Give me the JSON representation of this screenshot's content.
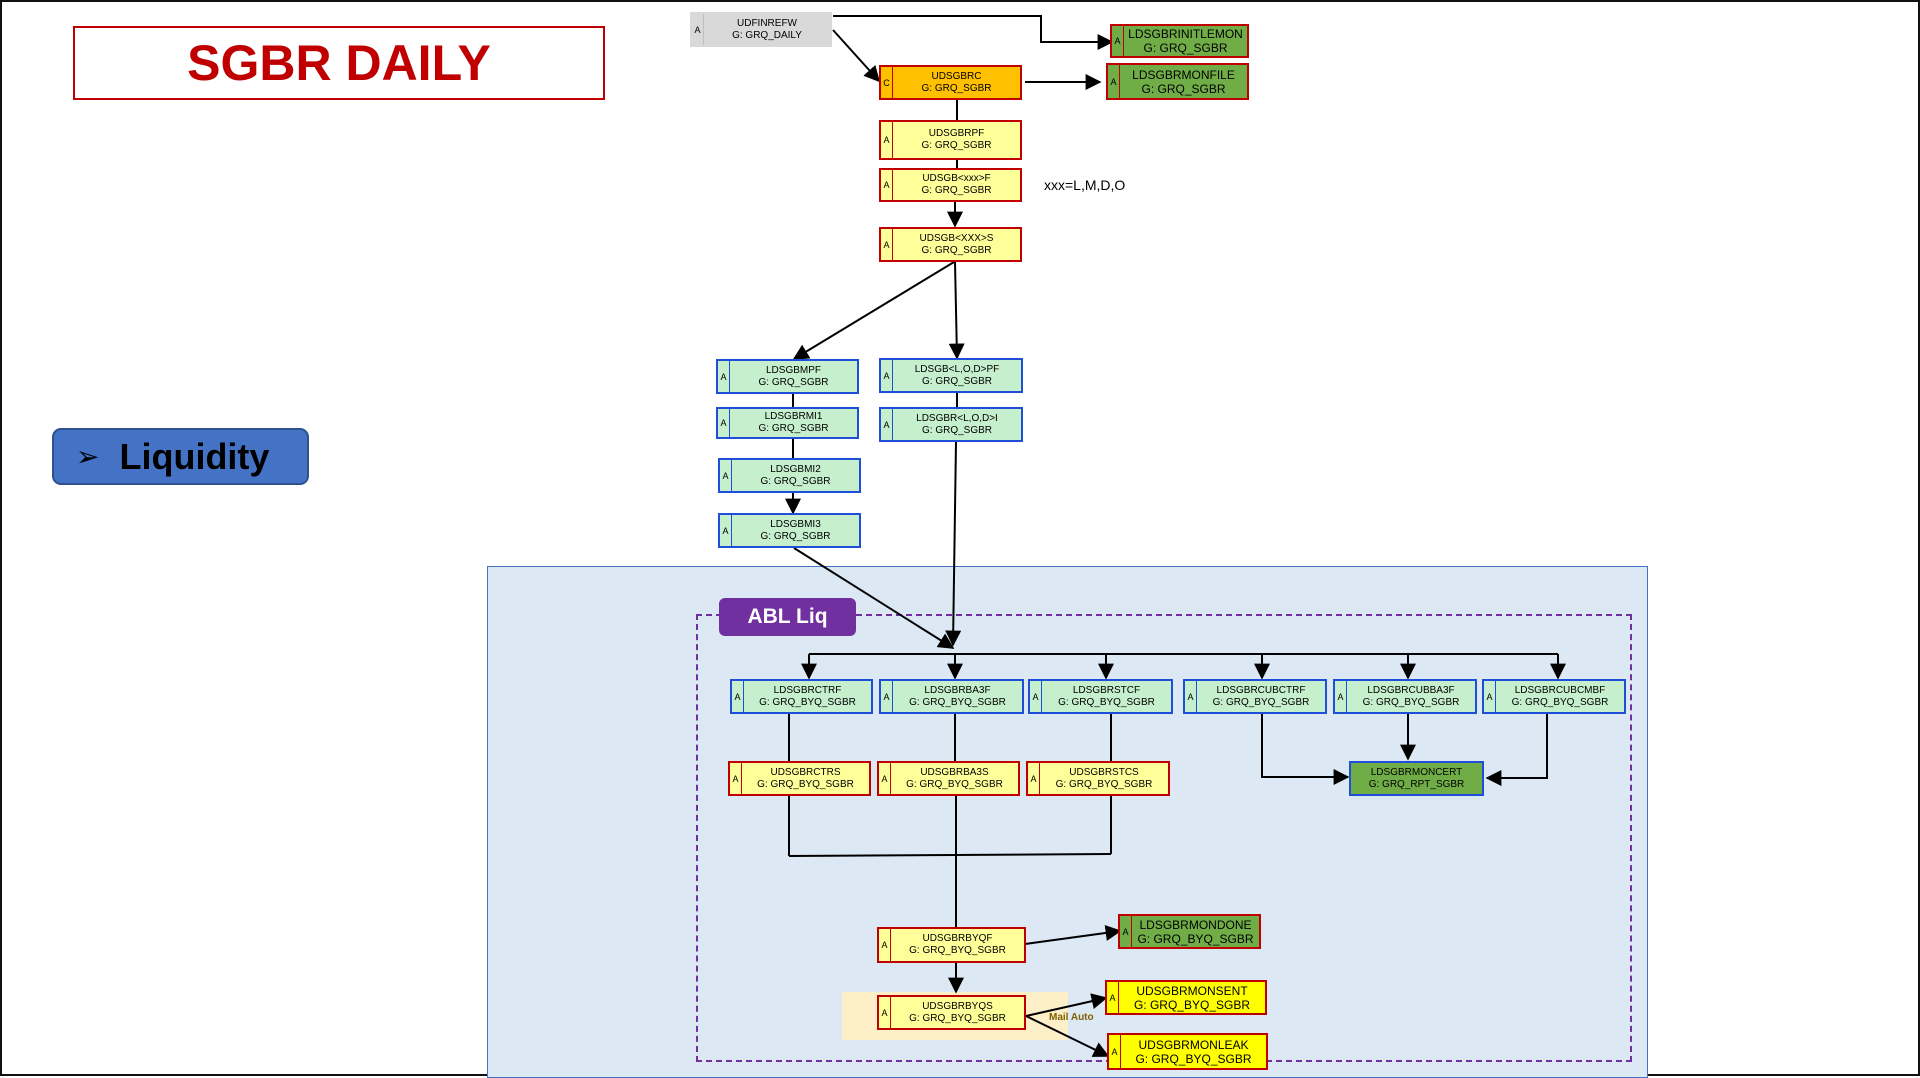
{
  "title": "SGBR DAILY",
  "sidebar": {
    "liquidity_label": "Liquidity",
    "arrow_glyph": "➢"
  },
  "group": {
    "label": "ABL Liq"
  },
  "note": "xxx=L,M,D,O",
  "mail_label": "Mail Auto",
  "colors": {
    "title": "#c00000",
    "liquidity_button": "#4472c4",
    "abl_badge": "#7030a0",
    "region": "#dde8f5"
  },
  "nodes": {
    "udfinrefw": {
      "tag": "A",
      "name": "UDFINREFW",
      "group": "G: GRQ_DAILY"
    },
    "udsgbrc": {
      "tag": "C",
      "name": "UDSGBRC",
      "group": "G: GRQ_SGBR"
    },
    "ldsgbrinitlemon": {
      "tag": "A",
      "name": "LDSGBRINITLEMON",
      "group": "G: GRQ_SGBR"
    },
    "ldsgbrmonfile": {
      "tag": "A",
      "name": "LDSGBRMONFILE",
      "group": "G: GRQ_SGBR"
    },
    "udsgbrpf": {
      "tag": "A",
      "name": "UDSGBRPF",
      "group": "G: GRQ_SGBR"
    },
    "udsgbxxxf": {
      "tag": "A",
      "name": "UDSGB<xxx>F",
      "group": "G: GRQ_SGBR"
    },
    "udsgbxxxs": {
      "tag": "A",
      "name": "UDSGB<XXX>S",
      "group": "G: GRQ_SGBR"
    },
    "ldsgbmpf": {
      "tag": "A",
      "name": "LDSGBMPF",
      "group": "G: GRQ_SGBR"
    },
    "ldsgbrmi1": {
      "tag": "A",
      "name": "LDSGBRMI1",
      "group": "G: GRQ_SGBR"
    },
    "ldsgbmi2": {
      "tag": "A",
      "name": "LDSGBMI2",
      "group": "G: GRQ_SGBR"
    },
    "ldsgbmi3": {
      "tag": "A",
      "name": "LDSGBMI3",
      "group": "G: GRQ_SGBR"
    },
    "ldsgblodpf": {
      "tag": "A",
      "name": "LDSGB<L,O,D>PF",
      "group": "G: GRQ_SGBR"
    },
    "ldsgbrlodi": {
      "tag": "A",
      "name": "LDSGBR<L,O,D>I",
      "group": "G: GRQ_SGBR"
    },
    "ldsgbrctrf": {
      "tag": "A",
      "name": "LDSGBRCTRF",
      "group": "G: GRQ_BYQ_SGBR"
    },
    "ldsgbrba3f": {
      "tag": "A",
      "name": "LDSGBRBA3F",
      "group": "G: GRQ_BYQ_SGBR"
    },
    "ldsgbrstcf": {
      "tag": "A",
      "name": "LDSGBRSTCF",
      "group": "G: GRQ_BYQ_SGBR"
    },
    "ldsgbrcubctrf": {
      "tag": "A",
      "name": "LDSGBRCUBCTRF",
      "group": "G: GRQ_BYQ_SGBR"
    },
    "ldsgbrcubba3f": {
      "tag": "A",
      "name": "LDSGBRCUBBA3F",
      "group": "G: GRQ_BYQ_SGBR"
    },
    "ldsgbrcubcmbf": {
      "tag": "A",
      "name": "LDSGBRCUBCMBF",
      "group": "G:  GRQ_BYQ_SGBR"
    },
    "udsgbrctrs": {
      "tag": "A",
      "name": "UDSGBRCTRS",
      "group": "G: GRQ_BYQ_SGBR"
    },
    "udsgbrba3s": {
      "tag": "A",
      "name": "UDSGBRBA3S",
      "group": "G: GRQ_BYQ_SGBR"
    },
    "udsgbrstcs": {
      "tag": "A",
      "name": "UDSGBRSTCS",
      "group": "G: GRQ_BYQ_SGBR"
    },
    "ldsgbrmoncert": {
      "tag": "",
      "name": "LDSGBRMONCERT",
      "group": "G: GRQ_RPT_SGBR"
    },
    "udsgbrbyqf": {
      "tag": "A",
      "name": "UDSGBRBYQF",
      "group": "G: GRQ_BYQ_SGBR"
    },
    "ldsgbrmondone": {
      "tag": "A",
      "name": "LDSGBRMONDONE",
      "group": "G: GRQ_BYQ_SGBR"
    },
    "udsgbrbyqs": {
      "tag": "A",
      "name": "UDSGBRBYQS",
      "group": "G: GRQ_BYQ_SGBR"
    },
    "udsgbrmonsent": {
      "tag": "A",
      "name": "UDSGBRMONSENT",
      "group": "G: GRQ_BYQ_SGBR"
    },
    "udsgbrmonleak": {
      "tag": "A",
      "name": "UDSGBRMONLEAK",
      "group": "G: GRQ_BYQ_SGBR"
    }
  }
}
